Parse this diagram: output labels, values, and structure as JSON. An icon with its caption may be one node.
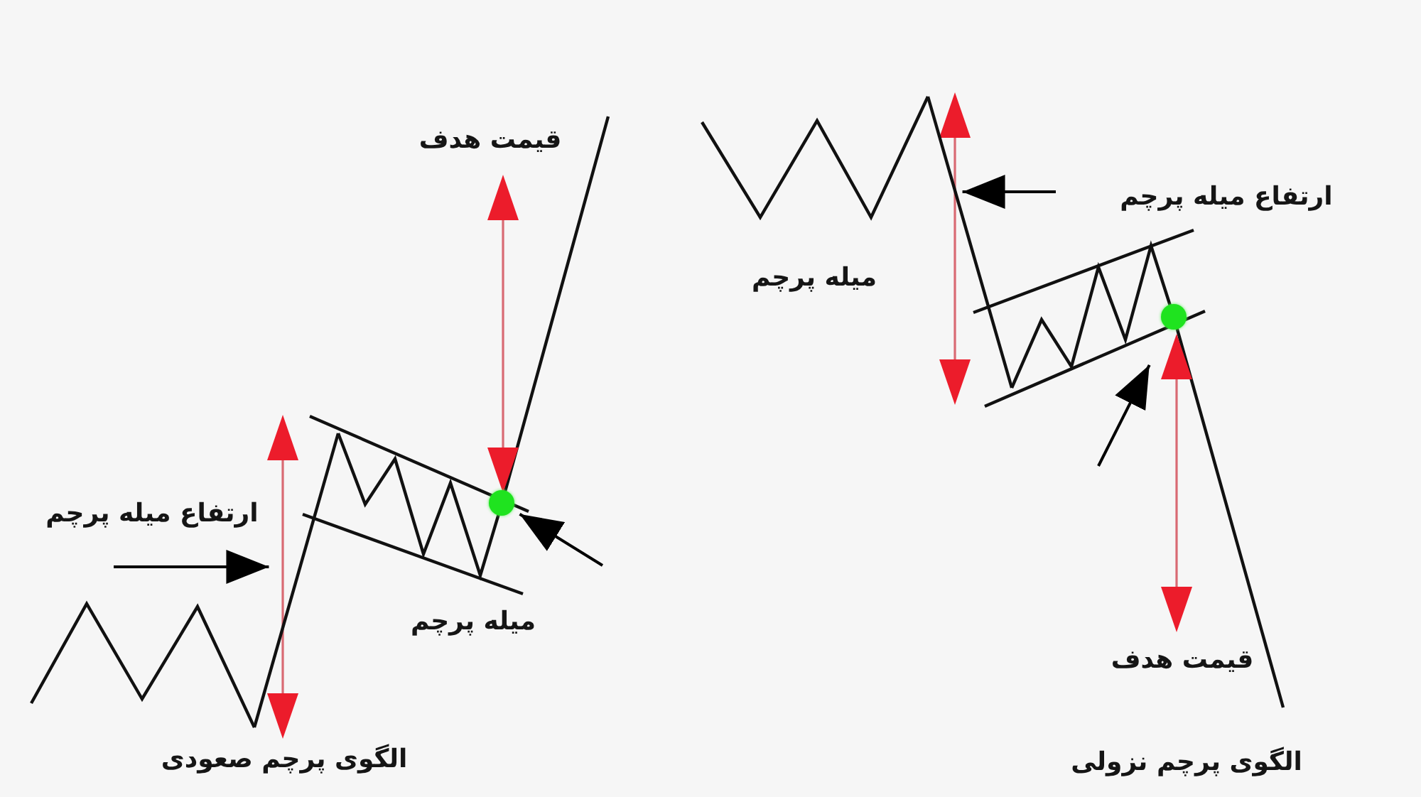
{
  "diagram": {
    "nodes": [
      {
        "text": [],
        "shape": "line"
      },
      {
        "text": [],
        "shape": "circle"
      },
      {
        "text": [],
        "shape": "line"
      },
      {
        "text": [],
        "shape": "circle"
      }
    ],
    "edges": [
      {
        "from": null,
        "to": 0,
        "arrow": "to"
      },
      {
        "from": null,
        "to": 1,
        "arrow": "to"
      },
      {
        "from": null,
        "to": 2,
        "arrow": "to"
      },
      {
        "from": null,
        "to": 3,
        "arrow": "to"
      }
    ],
    "labels": [
      "قیمت هدف",
      "ارتفاع میله پرچم",
      "میله پرچم",
      "ارتفاع میله پرچم",
      "میله پرچم",
      "قیمت هدف",
      "الگوی پرچم صعودی",
      "الگوی پرچم نزولی"
    ]
  }
}
